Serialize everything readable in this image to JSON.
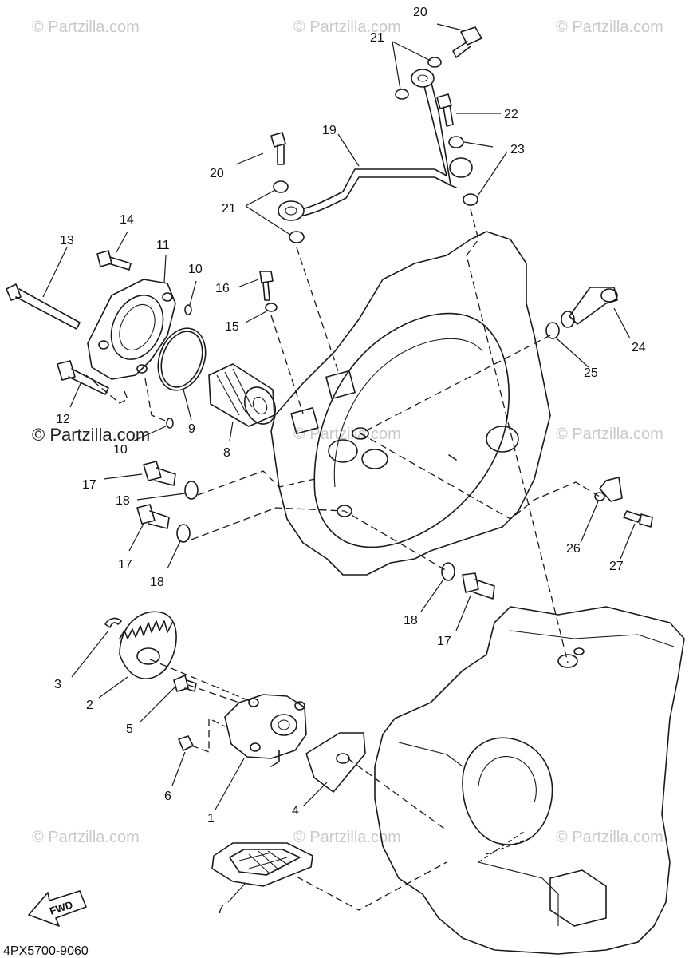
{
  "watermark_text": "© Partzilla.com",
  "watermark_featured": "© Partzilla.com",
  "diagram_code": "4PX5700-9060",
  "fwd_label": "FWD",
  "callouts": {
    "c1": "1",
    "c2": "2",
    "c3": "3",
    "c4": "4",
    "c5": "5",
    "c6": "6",
    "c7": "7",
    "c8": "8",
    "c9": "9",
    "c10a": "10",
    "c10b": "10",
    "c11": "11",
    "c12": "12",
    "c13": "13",
    "c14": "14",
    "c15": "15",
    "c16": "16",
    "c17a": "17",
    "c17b": "17",
    "c17c": "17",
    "c18a": "18",
    "c18b": "18",
    "c18c": "18",
    "c19": "19",
    "c20a": "20",
    "c20b": "20",
    "c21a": "21",
    "c21b": "21",
    "c22": "22",
    "c23": "23",
    "c24": "24",
    "c25": "25",
    "c26": "26",
    "c27": "27"
  }
}
